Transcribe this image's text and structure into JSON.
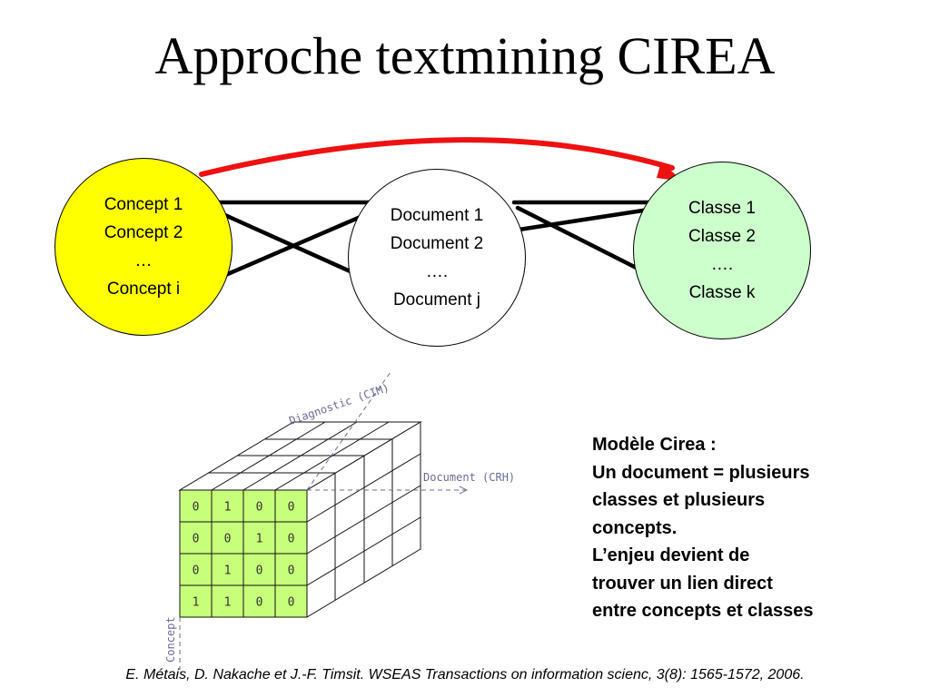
{
  "title": "Approche textmining CIREA",
  "colors": {
    "concept_fill": "#ffff00",
    "document_fill": "#ffffff",
    "class_fill": "#ccffcc",
    "arrow": "#ee1111",
    "cube_front": "#c8ff7a",
    "axis": "#6b6b9a"
  },
  "concepts": {
    "lines": [
      "Concept 1",
      "Concept 2",
      "…",
      "Concept i"
    ]
  },
  "documents": {
    "lines": [
      "Document 1",
      "Document 2",
      "….",
      "Document j"
    ]
  },
  "classes": {
    "lines": [
      "Classe 1",
      "Classe 2",
      "….",
      "Classe k"
    ]
  },
  "cube": {
    "axis_diagnostic": "Diagnostic (CIM)",
    "axis_document": "Document (CRH)",
    "axis_concept": "Concept",
    "matrix": [
      [
        "0",
        "1",
        "0",
        "0"
      ],
      [
        "0",
        "0",
        "1",
        "0"
      ],
      [
        "0",
        "1",
        "0",
        "0"
      ],
      [
        "1",
        "1",
        "0",
        "0"
      ]
    ]
  },
  "model": {
    "lines": [
      "Modèle Cirea :",
      "Un document = plusieurs",
      "classes et plusieurs",
      "concepts.",
      "L’enjeu devient de",
      "trouver un lien direct",
      "entre concepts et classes"
    ]
  },
  "citation": "E. Métais, D. Nakache et J.-F. Timsit. WSEAS Transactions on information scienc, 3(8): 1565-1572, 2006."
}
